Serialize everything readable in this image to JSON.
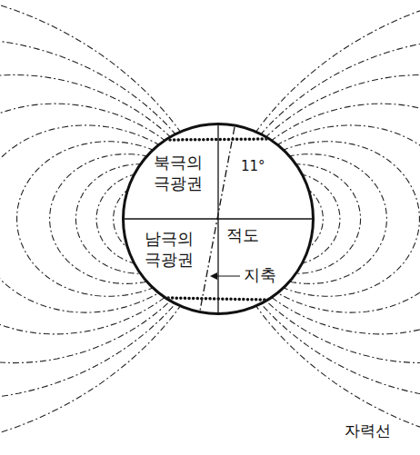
{
  "diagram": {
    "nodes": [
      {
        "text": [
          "북극의 극광권",
          "11°",
          "남극의 극광권",
          "적도",
          "지축"
        ]
      }
    ],
    "labels": [
      "자력선"
    ]
  }
}
